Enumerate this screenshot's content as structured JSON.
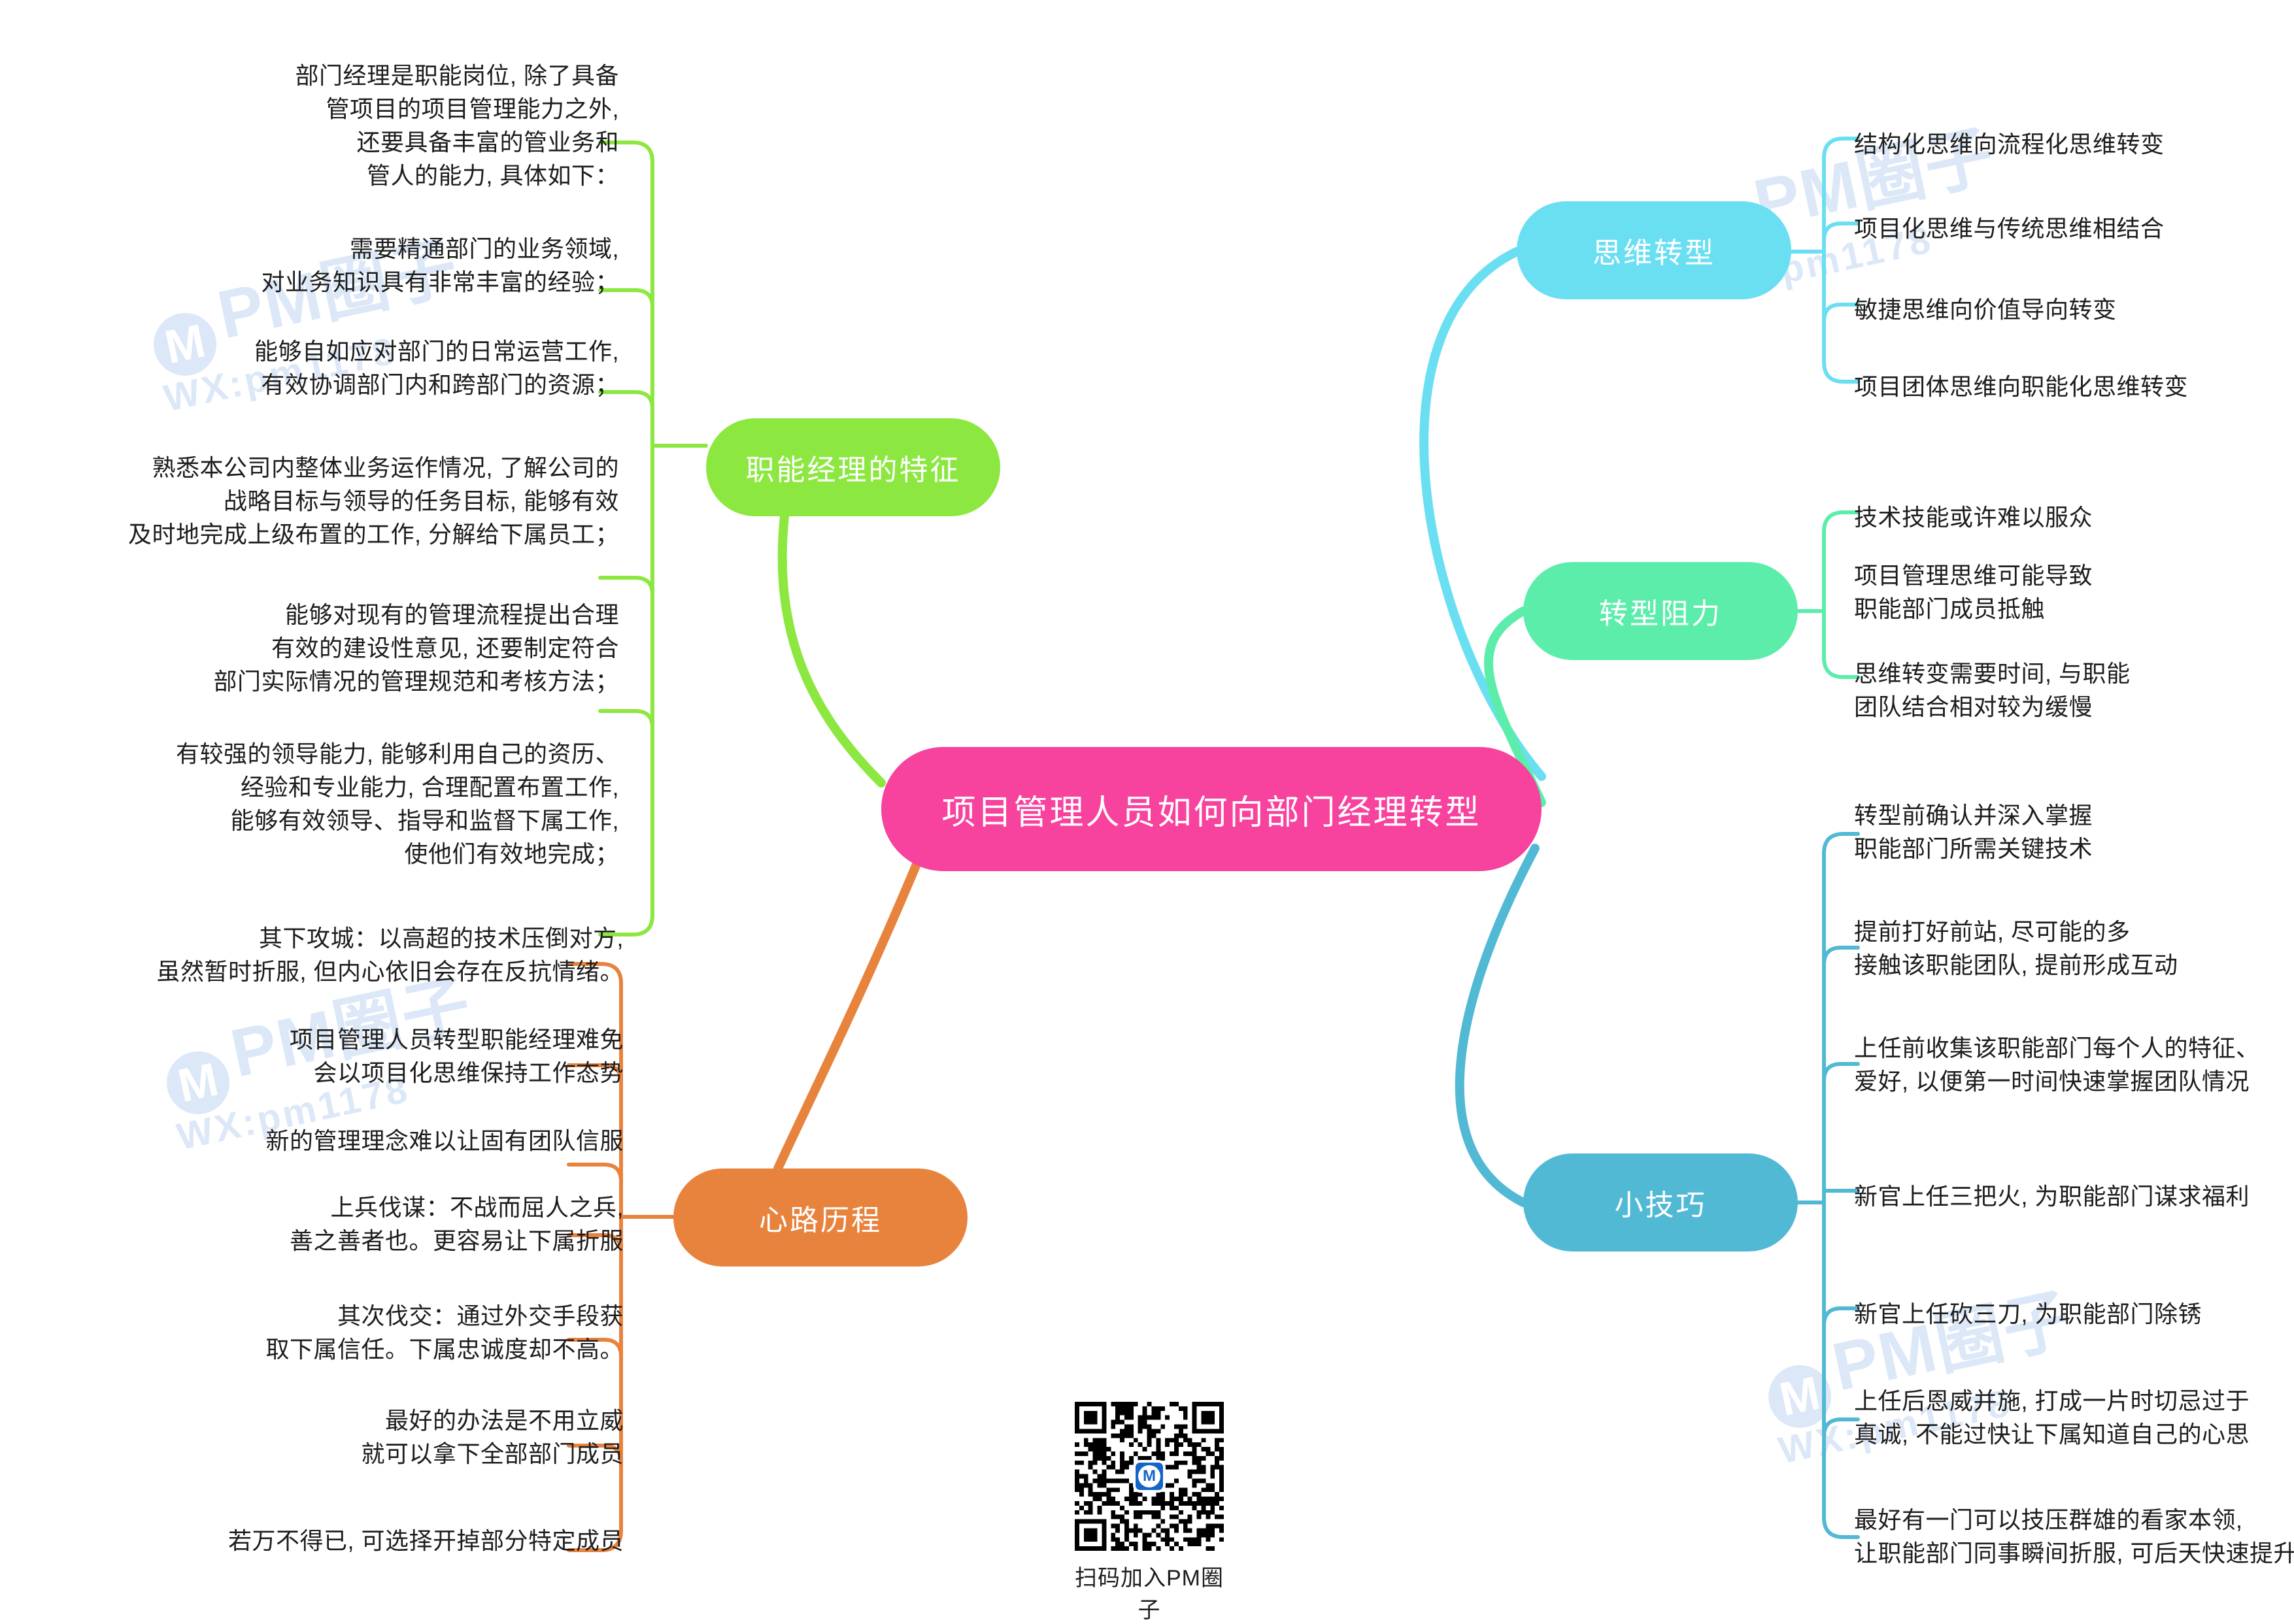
{
  "colors": {
    "root": "#F7429E",
    "features": "#8CE840",
    "journey": "#E8833E",
    "mindset": "#6ADFF2",
    "resistance": "#5CEDAB",
    "tips": "#52B9D4",
    "text": "#1d1d1d",
    "watermark": "#cfe0f5",
    "background": "#ffffff"
  },
  "root": {
    "label": "项目管理人员如何向部门经理转型"
  },
  "branches": [
    {
      "id": "features",
      "label": "职能经理的特征",
      "side": "left",
      "color": "#8CE840",
      "items": [
        "部门经理是职能岗位, 除了具备\n管项目的项目管理能力之外,\n还要具备丰富的管业务和\n管人的能力, 具体如下：",
        "需要精通部门的业务领域,\n对业务知识具有非常丰富的经验；",
        "能够自如应对部门的日常运营工作,\n有效协调部门内和跨部门的资源；",
        "熟悉本公司内整体业务运作情况, 了解公司的\n战略目标与领导的任务目标, 能够有效\n及时地完成上级布置的工作, 分解给下属员工；",
        "能够对现有的管理流程提出合理\n有效的建设性意见, 还要制定符合\n部门实际情况的管理规范和考核方法；",
        "有较强的领导能力, 能够利用自己的资历、\n经验和专业能力, 合理配置布置工作,\n能够有效领导、指导和监督下属工作,\n使他们有效地完成；"
      ]
    },
    {
      "id": "journey",
      "label": "心路历程",
      "side": "left",
      "color": "#E8833E",
      "items": [
        "其下攻城：以高超的技术压倒对方,\n虽然暂时折服, 但内心依旧会存在反抗情绪。",
        "项目管理人员转型职能经理难免\n会以项目化思维保持工作态势",
        "新的管理理念难以让固有团队信服",
        "上兵伐谋：不战而屈人之兵,\n善之善者也。更容易让下属折服",
        "其次伐交：通过外交手段获\n取下属信任。下属忠诚度却不高。",
        "最好的办法是不用立威\n就可以拿下全部部门成员",
        "若万不得已, 可选择开掉部分特定成员"
      ]
    },
    {
      "id": "mindset",
      "label": "思维转型",
      "side": "right",
      "color": "#6ADFF2",
      "items": [
        "结构化思维向流程化思维转变",
        "项目化思维与传统思维相结合",
        "敏捷思维向价值导向转变",
        "项目团体思维向职能化思维转变"
      ]
    },
    {
      "id": "resistance",
      "label": "转型阻力",
      "side": "right",
      "color": "#5CEDAB",
      "items": [
        "技术技能或许难以服众",
        "项目管理思维可能导致\n职能部门成员抵触",
        "思维转变需要时间, 与职能\n团队结合相对较为缓慢"
      ]
    },
    {
      "id": "tips",
      "label": "小技巧",
      "side": "right",
      "color": "#52B9D4",
      "items": [
        "转型前确认并深入掌握\n职能部门所需关键技术",
        "提前打好前站, 尽可能的多\n接触该职能团队, 提前形成互动",
        "上任前收集该职能部门每个人的特征、\n爱好, 以便第一时间快速掌握团队情况",
        "新官上任三把火, 为职能部门谋求福利",
        "新官上任砍三刀, 为职能部门除锈",
        "上任后恩威并施, 打成一片时切忌过于\n真诚, 不能过快让下属知道自己的心思",
        "最好有一门可以技压群雄的看家本领,\n让职能部门同事瞬间折服, 可后天快速提升"
      ]
    }
  ],
  "qr": {
    "caption": "扫码加入PM圈子",
    "logo_letter": "M"
  },
  "watermarks": [
    {
      "big": "PM圈子",
      "sub": "WX:pm1178"
    },
    {
      "big": "PM圈子",
      "sub": "WX:pm1178"
    },
    {
      "big": "PM圈子",
      "sub": "WX:pm1178"
    },
    {
      "big": "PM圈子",
      "sub": "WX:pm1178"
    },
    {
      "big": "PM圈子",
      "sub": "WX:pm1178"
    }
  ]
}
